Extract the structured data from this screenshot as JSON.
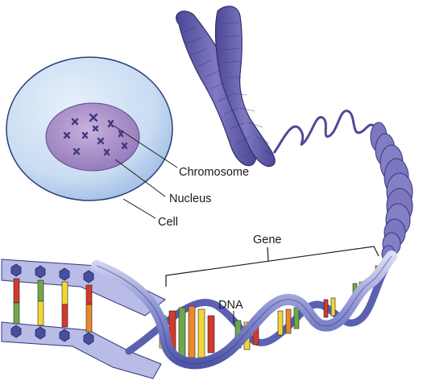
{
  "labels": {
    "chromosome": "Chromosome",
    "nucleus": "Nucleus",
    "cell": "Cell",
    "gene": "Gene",
    "dna": "DNA"
  },
  "colors": {
    "cell_fill": "#c9dcf2",
    "cell_stroke": "#2d3f7a",
    "nucleus_fill": "#a78cc4",
    "chromosome_fill": "#6d68b0",
    "chromosome_dark": "#3f3a82",
    "helix_ribbon": "#6d73c0",
    "helix_light": "#b8bce6",
    "base_yellow": "#f1d63a",
    "base_red": "#d23a2c",
    "base_green": "#6fa84a",
    "base_orange": "#ea8a2a",
    "line": "#1a1a1a"
  }
}
